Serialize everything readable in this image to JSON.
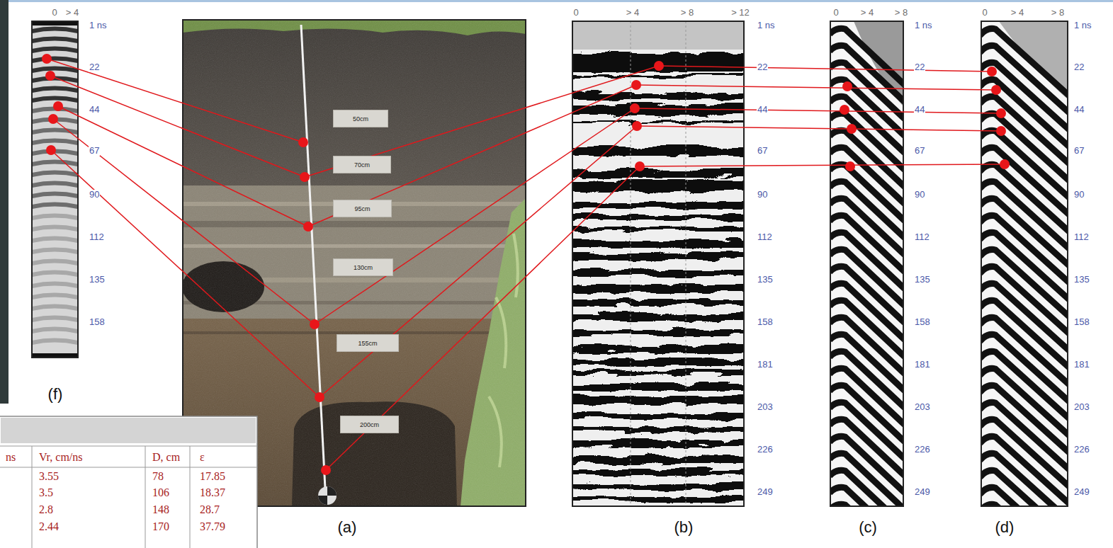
{
  "diagram": {
    "nodes": [
      {
        "text": [
          "50cm"
        ]
      },
      {
        "text": [
          "70cm"
        ]
      },
      {
        "text": [
          "95cm"
        ]
      },
      {
        "text": [
          "130cm"
        ]
      },
      {
        "text": [
          "155cm"
        ]
      },
      {
        "text": [
          "200cm"
        ]
      }
    ],
    "labels": [
      "0",
      "> 4",
      "1 ns",
      "22",
      "44",
      "67",
      "90",
      "112",
      "135",
      "158",
      "(f)",
      "0",
      "> 4",
      "> 8",
      "> 12",
      "1 ns",
      "22",
      "44",
      "67",
      "90",
      "112",
      "135",
      "158",
      "181",
      "203",
      "226",
      "249",
      "(b)",
      "0",
      "> 4",
      "> 8",
      "1 ns",
      "22",
      "44",
      "67",
      "90",
      "112",
      "135",
      "158",
      "181",
      "203",
      "226",
      "249",
      "(c)",
      "0",
      "> 4",
      "> 8",
      "1 ns",
      "22",
      "44",
      "67",
      "90",
      "112",
      "135",
      "158",
      "181",
      "203",
      "226",
      "249",
      "(d)",
      "(a)",
      "ns",
      "Vr, cm/ns",
      "D, cm",
      "ε",
      "3.55",
      "78",
      "17.85",
      "3.5",
      "106",
      "18.37",
      "2.8",
      "148",
      "28.7",
      "2.44",
      "170",
      "37.79"
    ]
  }
}
